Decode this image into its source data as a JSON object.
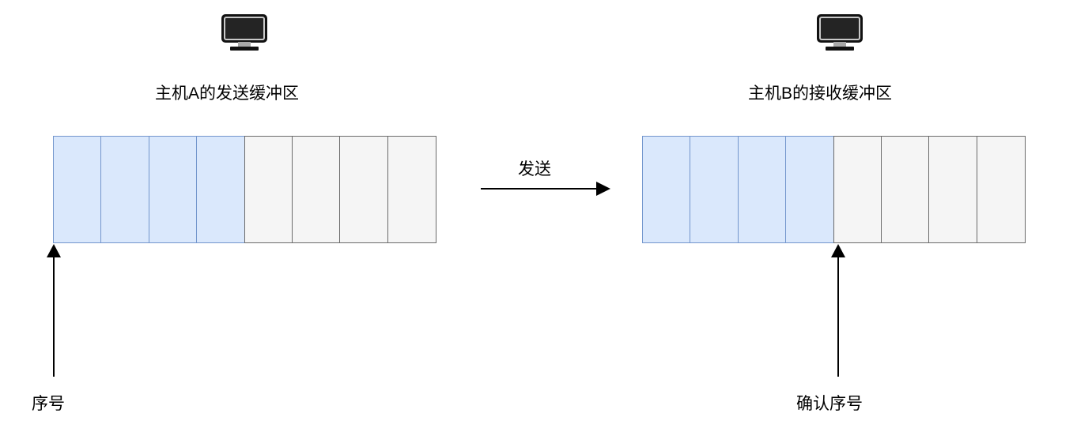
{
  "diagram": {
    "title_hidden": "",
    "hosts": [
      {
        "id": "host-a",
        "icon": "monitor-icon",
        "caption": "主机A的发送缓冲区",
        "buffer": {
          "total_cells": 8,
          "filled_cells": 4,
          "empty_cells": 4,
          "filled_color": "#dae8fc",
          "filled_border": "#7396cd",
          "empty_color": "#f5f5f5",
          "empty_border": "#6b6b6b"
        },
        "pointer": {
          "label": "序号",
          "points_to": "buffer-left-edge",
          "direction": "up"
        }
      },
      {
        "id": "host-b",
        "icon": "monitor-icon",
        "caption": "主机B的接收缓冲区",
        "buffer": {
          "total_cells": 8,
          "filled_cells": 4,
          "empty_cells": 4,
          "filled_color": "#dae8fc",
          "filled_border": "#7396cd",
          "empty_color": "#f5f5f5",
          "empty_border": "#6b6b6b"
        },
        "pointer": {
          "label": "确认序号",
          "points_to": "filled-empty-boundary",
          "direction": "up"
        }
      }
    ],
    "transfer": {
      "label": "发送",
      "direction": "right",
      "from": "host-a",
      "to": "host-b"
    }
  }
}
